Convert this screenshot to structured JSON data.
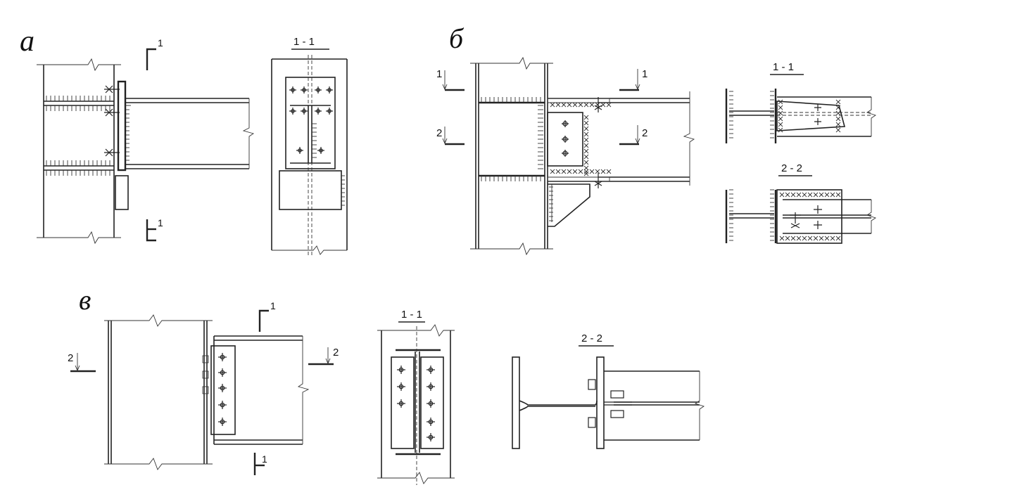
{
  "figure": {
    "panel_labels": [
      "а",
      "б",
      "в"
    ],
    "section_labels": {
      "a_section": "1 - 1",
      "b_section1": "1 - 1",
      "b_section2": "2 - 2",
      "v_section1": "1 - 1",
      "v_section2": "2 - 2"
    },
    "cut_marks": {
      "a_top": "1",
      "a_bottom": "1",
      "b_left1": "1",
      "b_left2": "2",
      "b_right1": "1",
      "b_right2": "2",
      "v_top": "1",
      "v_bottom": "1",
      "v_left": "2",
      "v_right": "2"
    }
  }
}
